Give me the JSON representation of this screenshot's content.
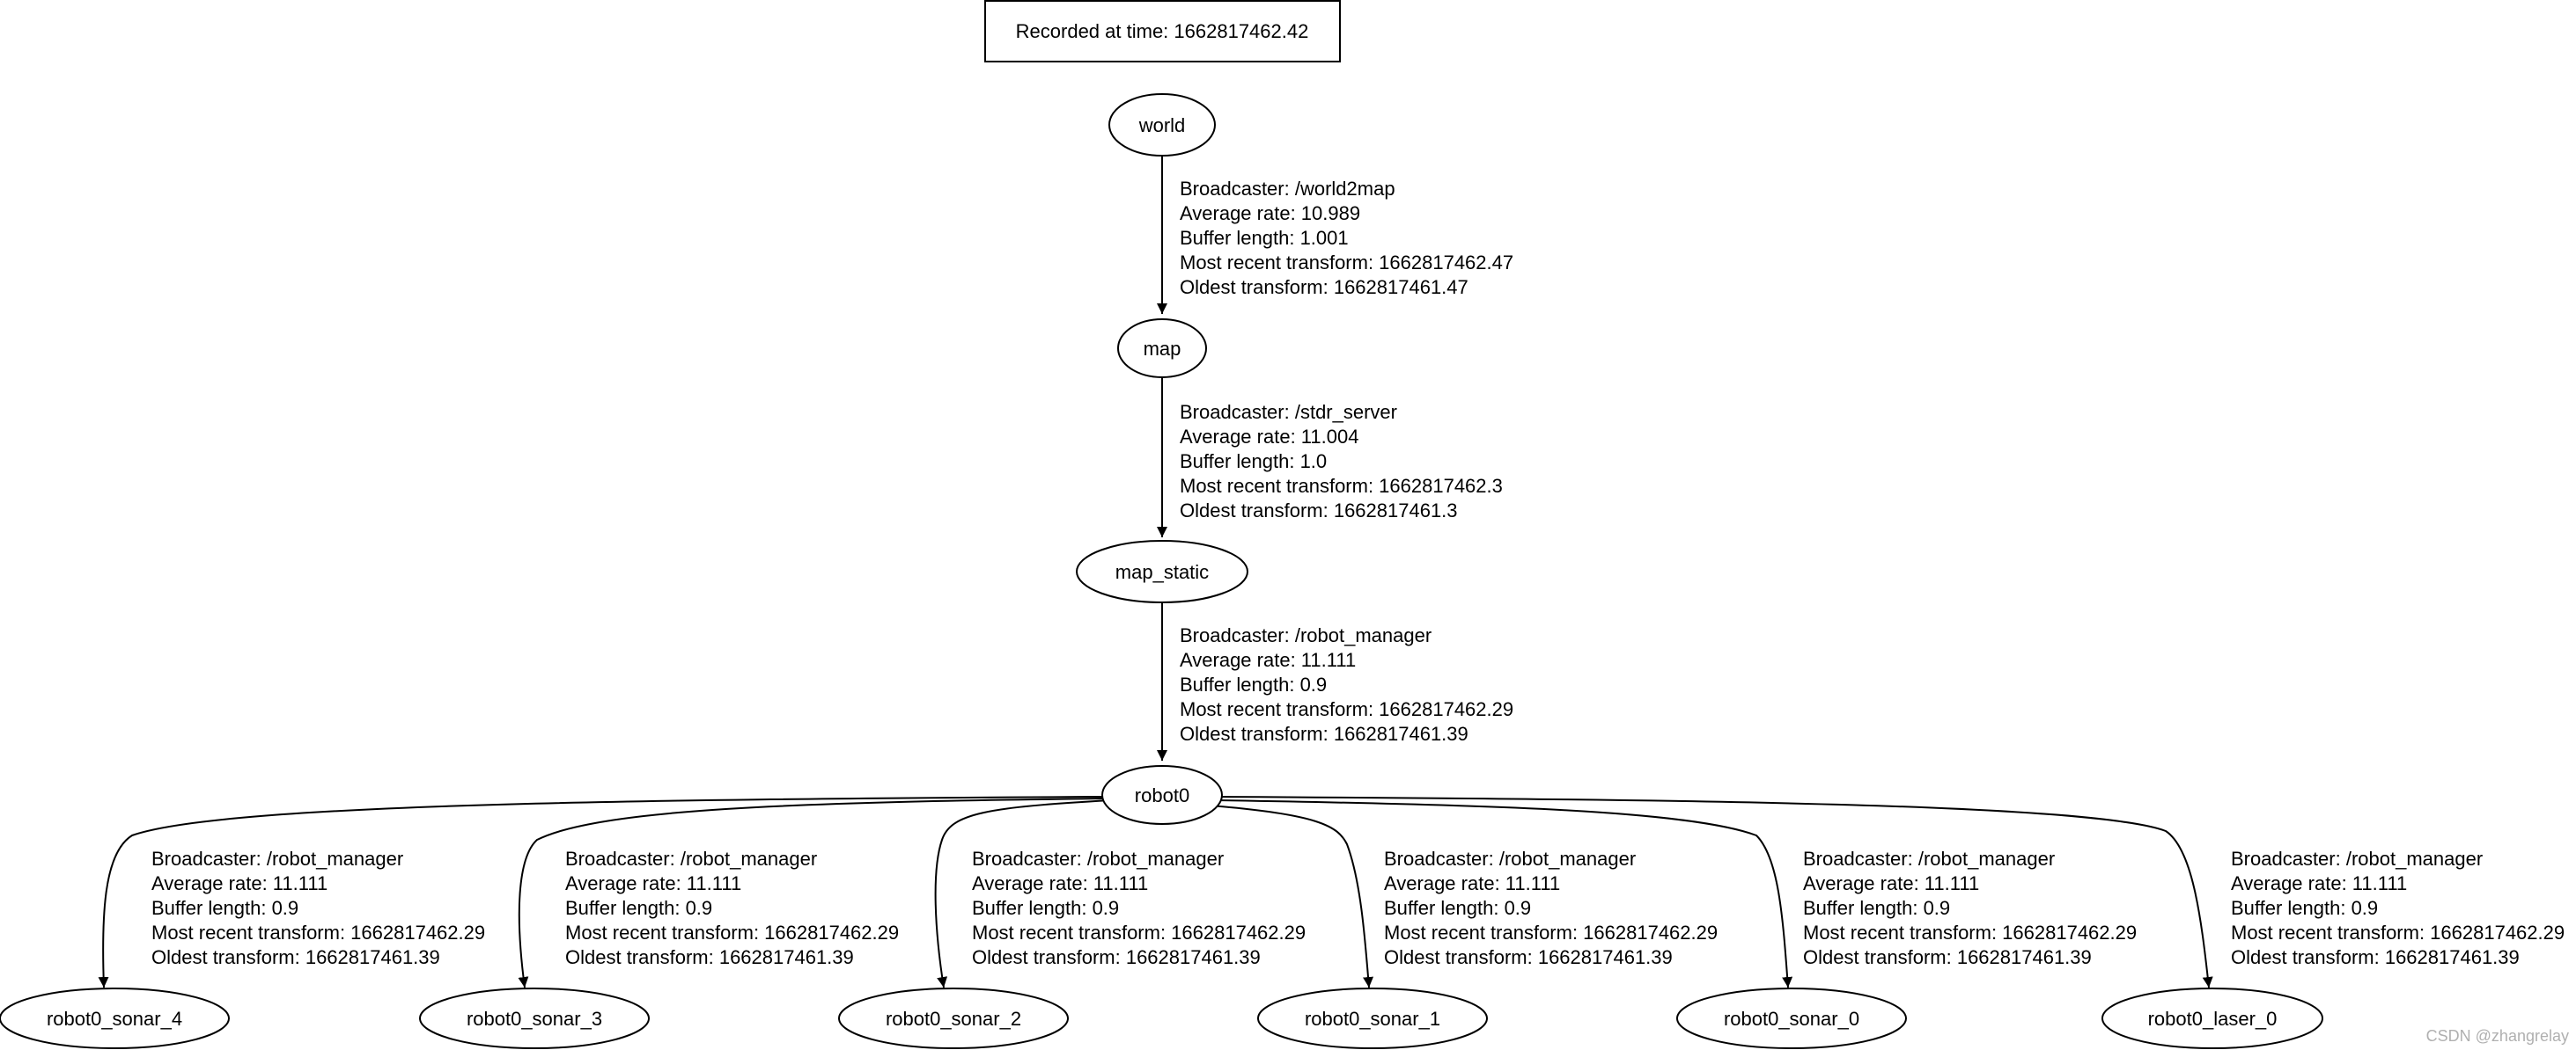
{
  "header": {
    "recorded_label": "Recorded at time: 1662817462.42"
  },
  "nodes": {
    "world": "world",
    "map": "map",
    "map_static": "map_static",
    "robot0": "robot0",
    "robot0_sonar_4": "robot0_sonar_4",
    "robot0_sonar_3": "robot0_sonar_3",
    "robot0_sonar_2": "robot0_sonar_2",
    "robot0_sonar_1": "robot0_sonar_1",
    "robot0_sonar_0": "robot0_sonar_0",
    "robot0_laser_0": "robot0_laser_0"
  },
  "edges": {
    "world_map": {
      "broadcaster": "Broadcaster: /world2map",
      "average_rate": "Average rate: 10.989",
      "buffer_length": "Buffer length: 1.001",
      "most_recent": "Most recent transform: 1662817462.47",
      "oldest": "Oldest transform: 1662817461.47"
    },
    "map_mapstatic": {
      "broadcaster": "Broadcaster: /stdr_server",
      "average_rate": "Average rate: 11.004",
      "buffer_length": "Buffer length: 1.0",
      "most_recent": "Most recent transform: 1662817462.3",
      "oldest": "Oldest transform: 1662817461.3"
    },
    "mapstatic_robot0": {
      "broadcaster": "Broadcaster: /robot_manager",
      "average_rate": "Average rate: 11.111",
      "buffer_length": "Buffer length: 0.9",
      "most_recent": "Most recent transform: 1662817462.29",
      "oldest": "Oldest transform: 1662817461.39"
    },
    "robot0_sonar4": {
      "broadcaster": "Broadcaster: /robot_manager",
      "average_rate": "Average rate: 11.111",
      "buffer_length": "Buffer length: 0.9",
      "most_recent": "Most recent transform: 1662817462.29",
      "oldest": "Oldest transform: 1662817461.39"
    },
    "robot0_sonar3": {
      "broadcaster": "Broadcaster: /robot_manager",
      "average_rate": "Average rate: 11.111",
      "buffer_length": "Buffer length: 0.9",
      "most_recent": "Most recent transform: 1662817462.29",
      "oldest": "Oldest transform: 1662817461.39"
    },
    "robot0_sonar2": {
      "broadcaster": "Broadcaster: /robot_manager",
      "average_rate": "Average rate: 11.111",
      "buffer_length": "Buffer length: 0.9",
      "most_recent": "Most recent transform: 1662817462.29",
      "oldest": "Oldest transform: 1662817461.39"
    },
    "robot0_sonar1": {
      "broadcaster": "Broadcaster: /robot_manager",
      "average_rate": "Average rate: 11.111",
      "buffer_length": "Buffer length: 0.9",
      "most_recent": "Most recent transform: 1662817462.29",
      "oldest": "Oldest transform: 1662817461.39"
    },
    "robot0_sonar0": {
      "broadcaster": "Broadcaster: /robot_manager",
      "average_rate": "Average rate: 11.111",
      "buffer_length": "Buffer length: 0.9",
      "most_recent": "Most recent transform: 1662817462.29",
      "oldest": "Oldest transform: 1662817461.39"
    },
    "robot0_laser0": {
      "broadcaster": "Broadcaster: /robot_manager",
      "average_rate": "Average rate: 11.111",
      "buffer_length": "Buffer length: 0.9",
      "most_recent": "Most recent transform: 1662817462.29",
      "oldest": "Oldest transform: 1662817461.39"
    }
  },
  "watermark": "CSDN @zhangrelay",
  "colors": {
    "stroke": "#000000",
    "text": "#000000",
    "background": "#ffffff",
    "watermark": "#b0b0b0"
  }
}
